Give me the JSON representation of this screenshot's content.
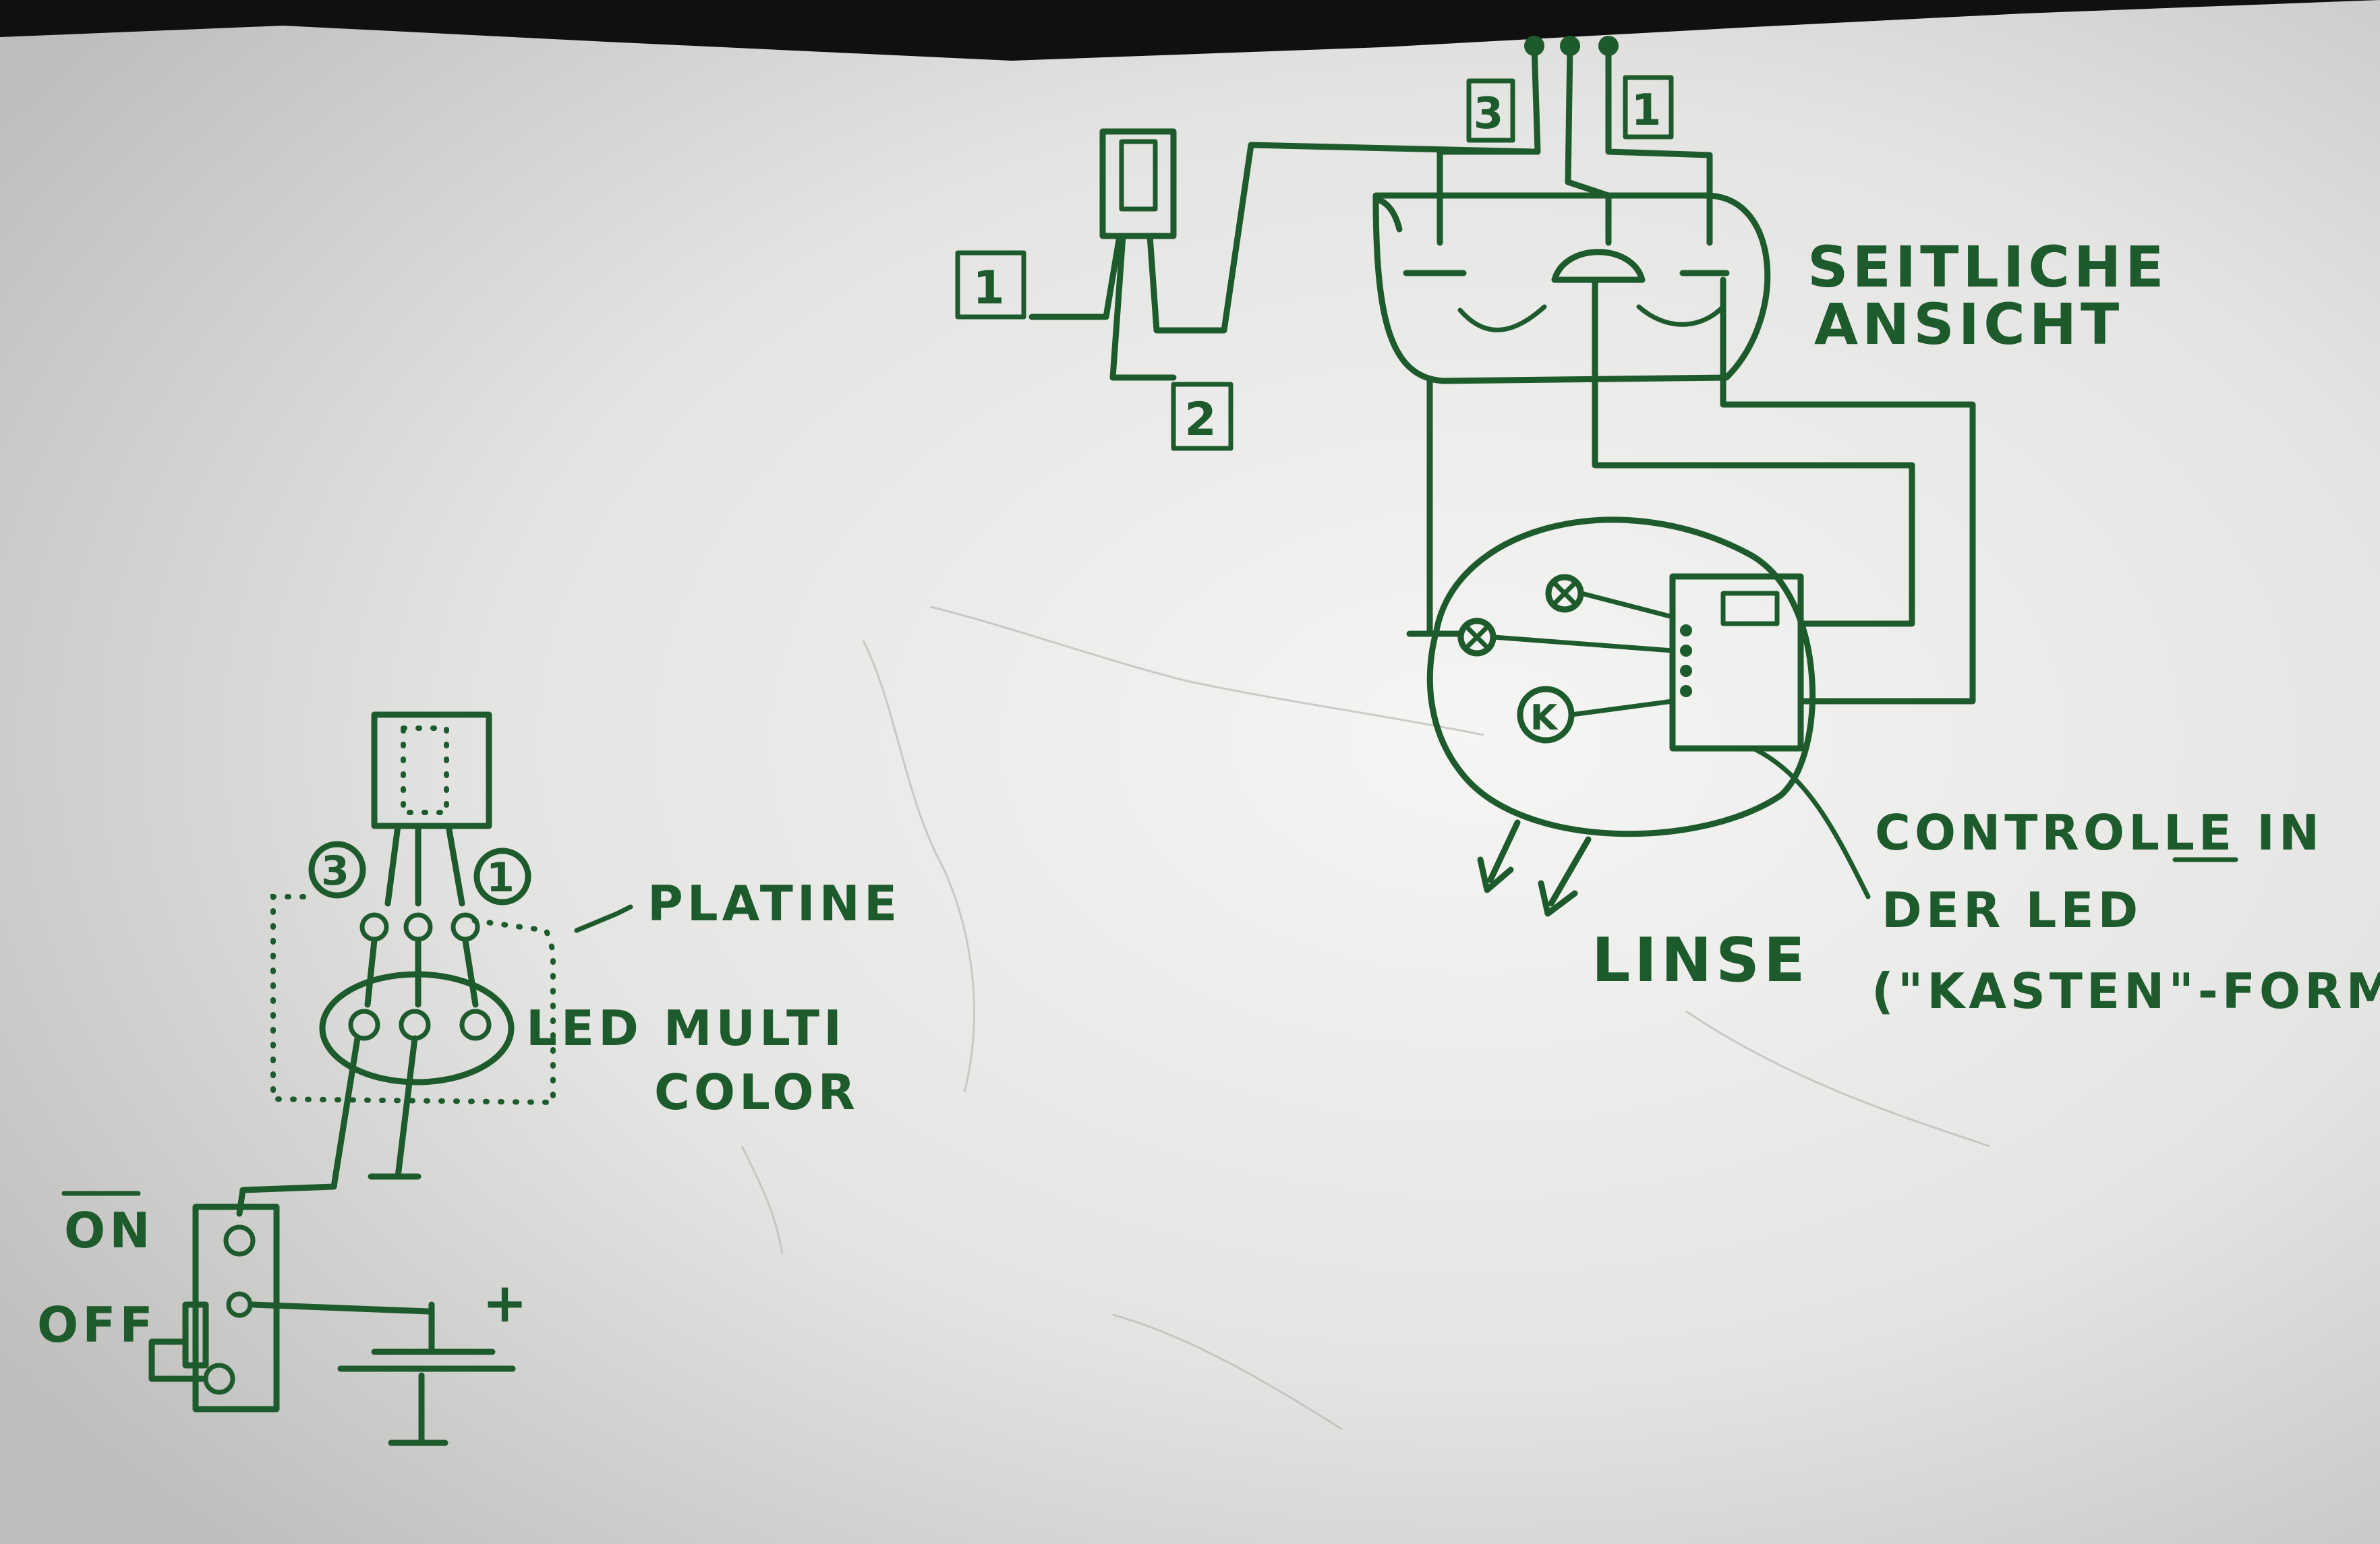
{
  "colors": {
    "ink": "#1d5a2c",
    "paper_light": "#f2f2f0",
    "paper_shadow": "#c7c7c5",
    "background_dark": "#101010"
  },
  "labels": {
    "seitliche": "SEITLICHE",
    "ansicht": "ANSICHT",
    "linse": "LINSE",
    "controlle": "CONTROLLE IN",
    "der_led": "DER LED",
    "kasten_form": "(\"KASTEN\"-FORM)",
    "platine": "PLATINE",
    "led_multi": "LED MULTI",
    "color": "COLOR",
    "on": "ON",
    "off": "OFF",
    "plus": "+",
    "k": "K"
  },
  "pin_numbers": {
    "top_left": "3",
    "top_right": "1",
    "switch_1": "1",
    "switch_2": "2",
    "bottom_left": "3",
    "bottom_right": "1"
  }
}
